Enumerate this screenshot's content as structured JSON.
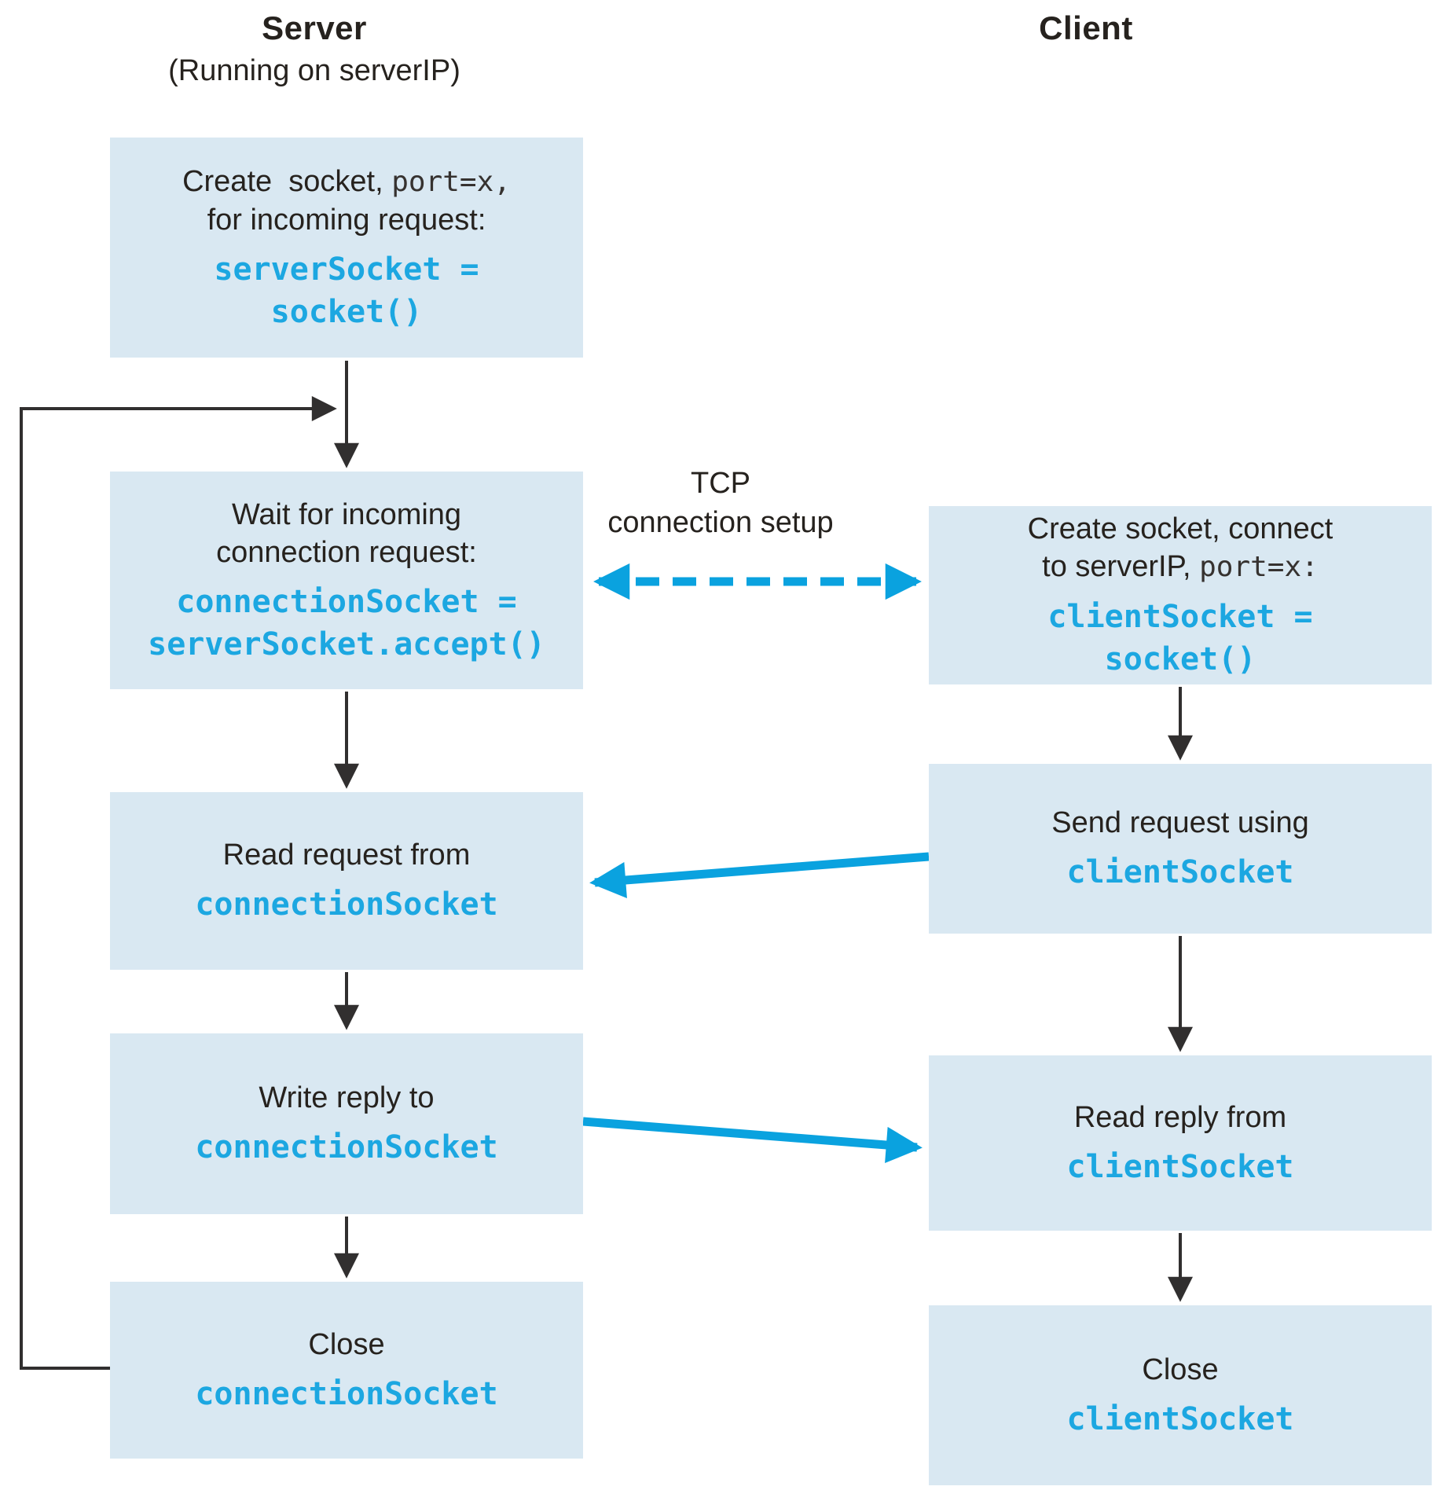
{
  "server": {
    "title": "Server",
    "subtitle": "(Running on serverIP)",
    "boxes": [
      {
        "prose_a": "Create  socket, ",
        "code_inline": "port=x,",
        "prose_b": "for incoming request:",
        "code_a": "serverSocket =",
        "code_b": "socket()"
      },
      {
        "prose_a": "Wait for incoming",
        "prose_b": "connection request:",
        "code_a": "connectionSocket =",
        "code_b": "serverSocket.accept()"
      },
      {
        "prose_a": "Read request from",
        "code_a": "connectionSocket"
      },
      {
        "prose_a": "Write reply to",
        "code_a": "connectionSocket"
      },
      {
        "prose_a": "Close",
        "code_a": "connectionSocket"
      }
    ]
  },
  "client": {
    "title": "Client",
    "boxes": [
      {
        "prose_a": "Create socket, connect",
        "prose_b": "to serverIP, ",
        "code_inline": "port=x:",
        "code_a": "clientSocket =",
        "code_b": "socket()"
      },
      {
        "prose_a": "Send request using",
        "code_a": "clientSocket"
      },
      {
        "prose_a": "Read reply from",
        "code_a": "clientSocket"
      },
      {
        "prose_a": "Close",
        "code_a": "clientSocket"
      }
    ]
  },
  "connection": {
    "label_line1": "TCP",
    "label_line2": "connection setup"
  },
  "colors": {
    "box_fill": "#d9e8f2",
    "code_blue": "#1ca7e1",
    "arrow_blue": "#0aa2df",
    "text_black": "#26221e",
    "line_black": "#312f2f"
  }
}
